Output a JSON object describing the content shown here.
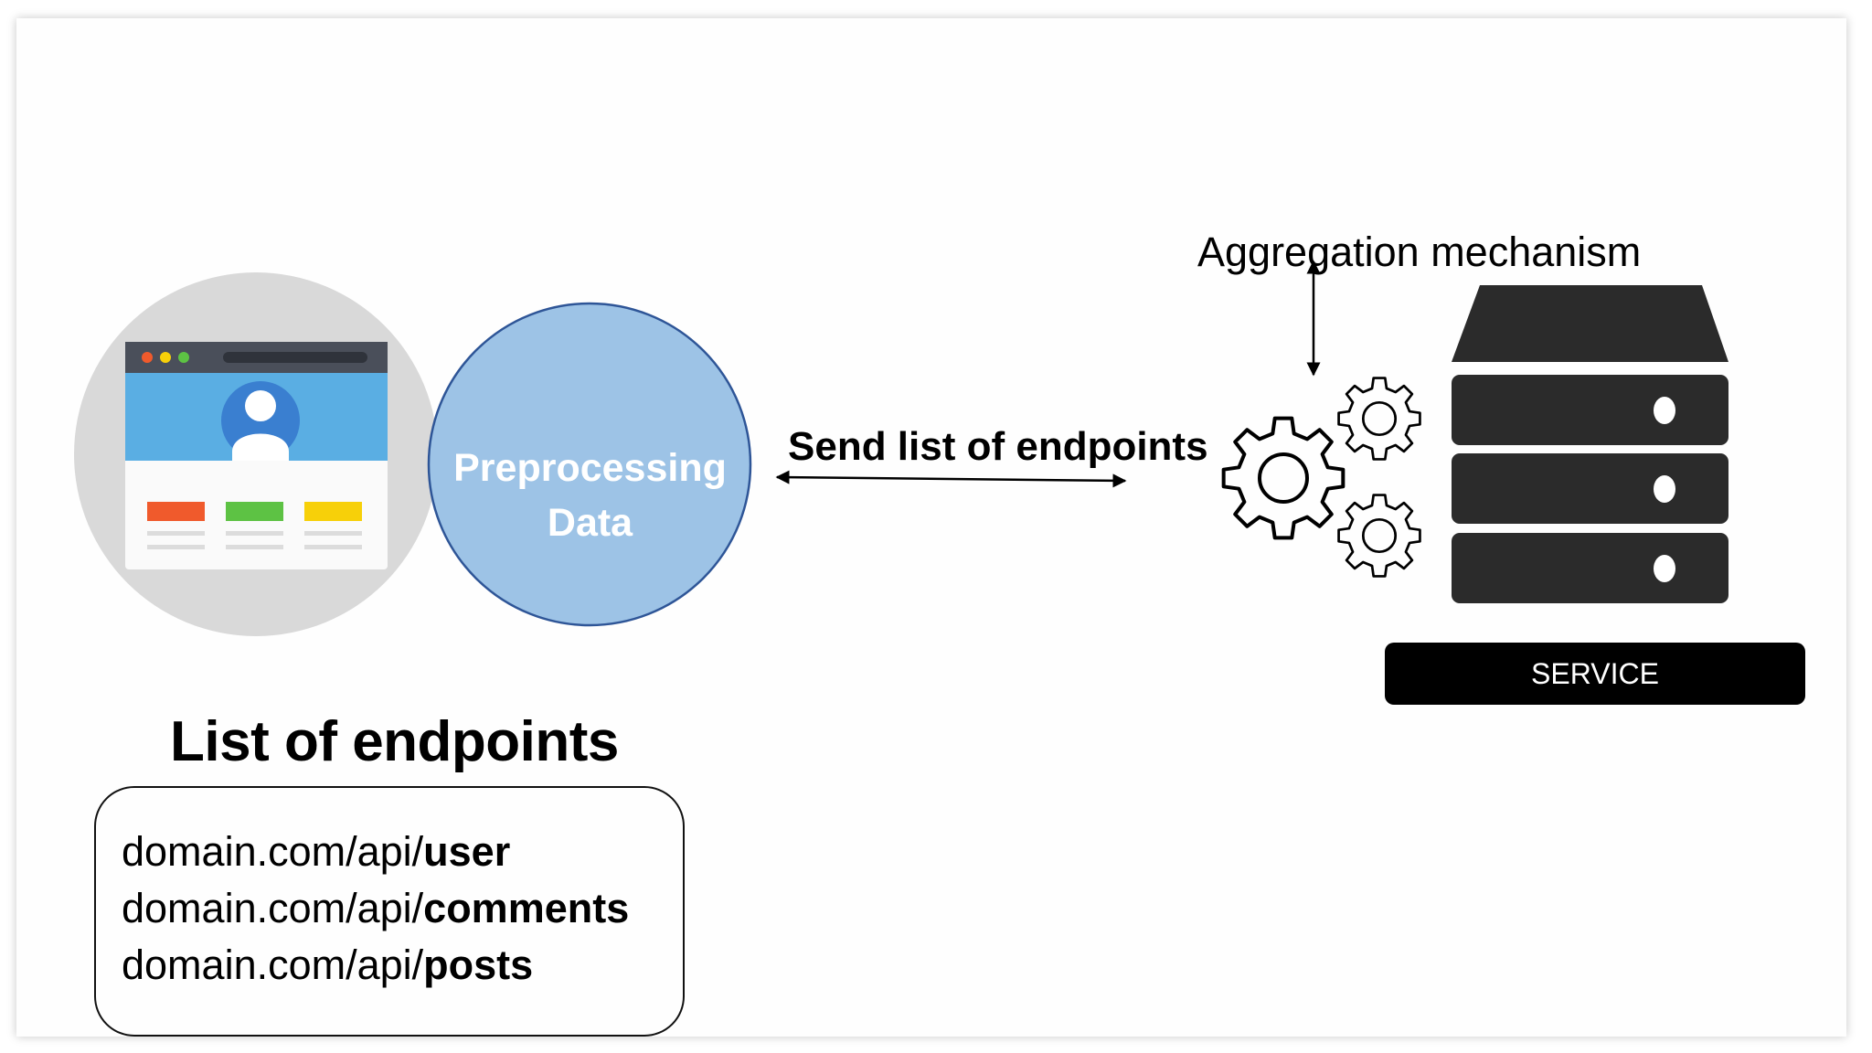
{
  "diagram": {
    "preprocessing_label": "Preprocessing Data",
    "send_label": "Send list of endpoints",
    "aggregation_label": "Aggregation mechanism",
    "service_label": "SERVICE",
    "endpoints_title": "List of endpoints",
    "endpoints": [
      {
        "prefix": "domain.com/api/",
        "resource": "user"
      },
      {
        "prefix": "domain.com/api/",
        "resource": "comments"
      },
      {
        "prefix": "domain.com/api/",
        "resource": "posts"
      }
    ]
  },
  "colors": {
    "preprocessing_fill": "#9dc3e6",
    "preprocessing_stroke": "#2e5597",
    "browser_bg_circle": "#d9d9d9",
    "browser_titlebar": "#4a4f5a",
    "browser_header": "#5aaee3",
    "red_block": "#f05a2c",
    "green_block": "#5dc244",
    "yellow_block": "#f7d009",
    "server": "#2b2b2b"
  },
  "icons": [
    "browser-profile-icon",
    "gears-icon",
    "server-icon"
  ]
}
